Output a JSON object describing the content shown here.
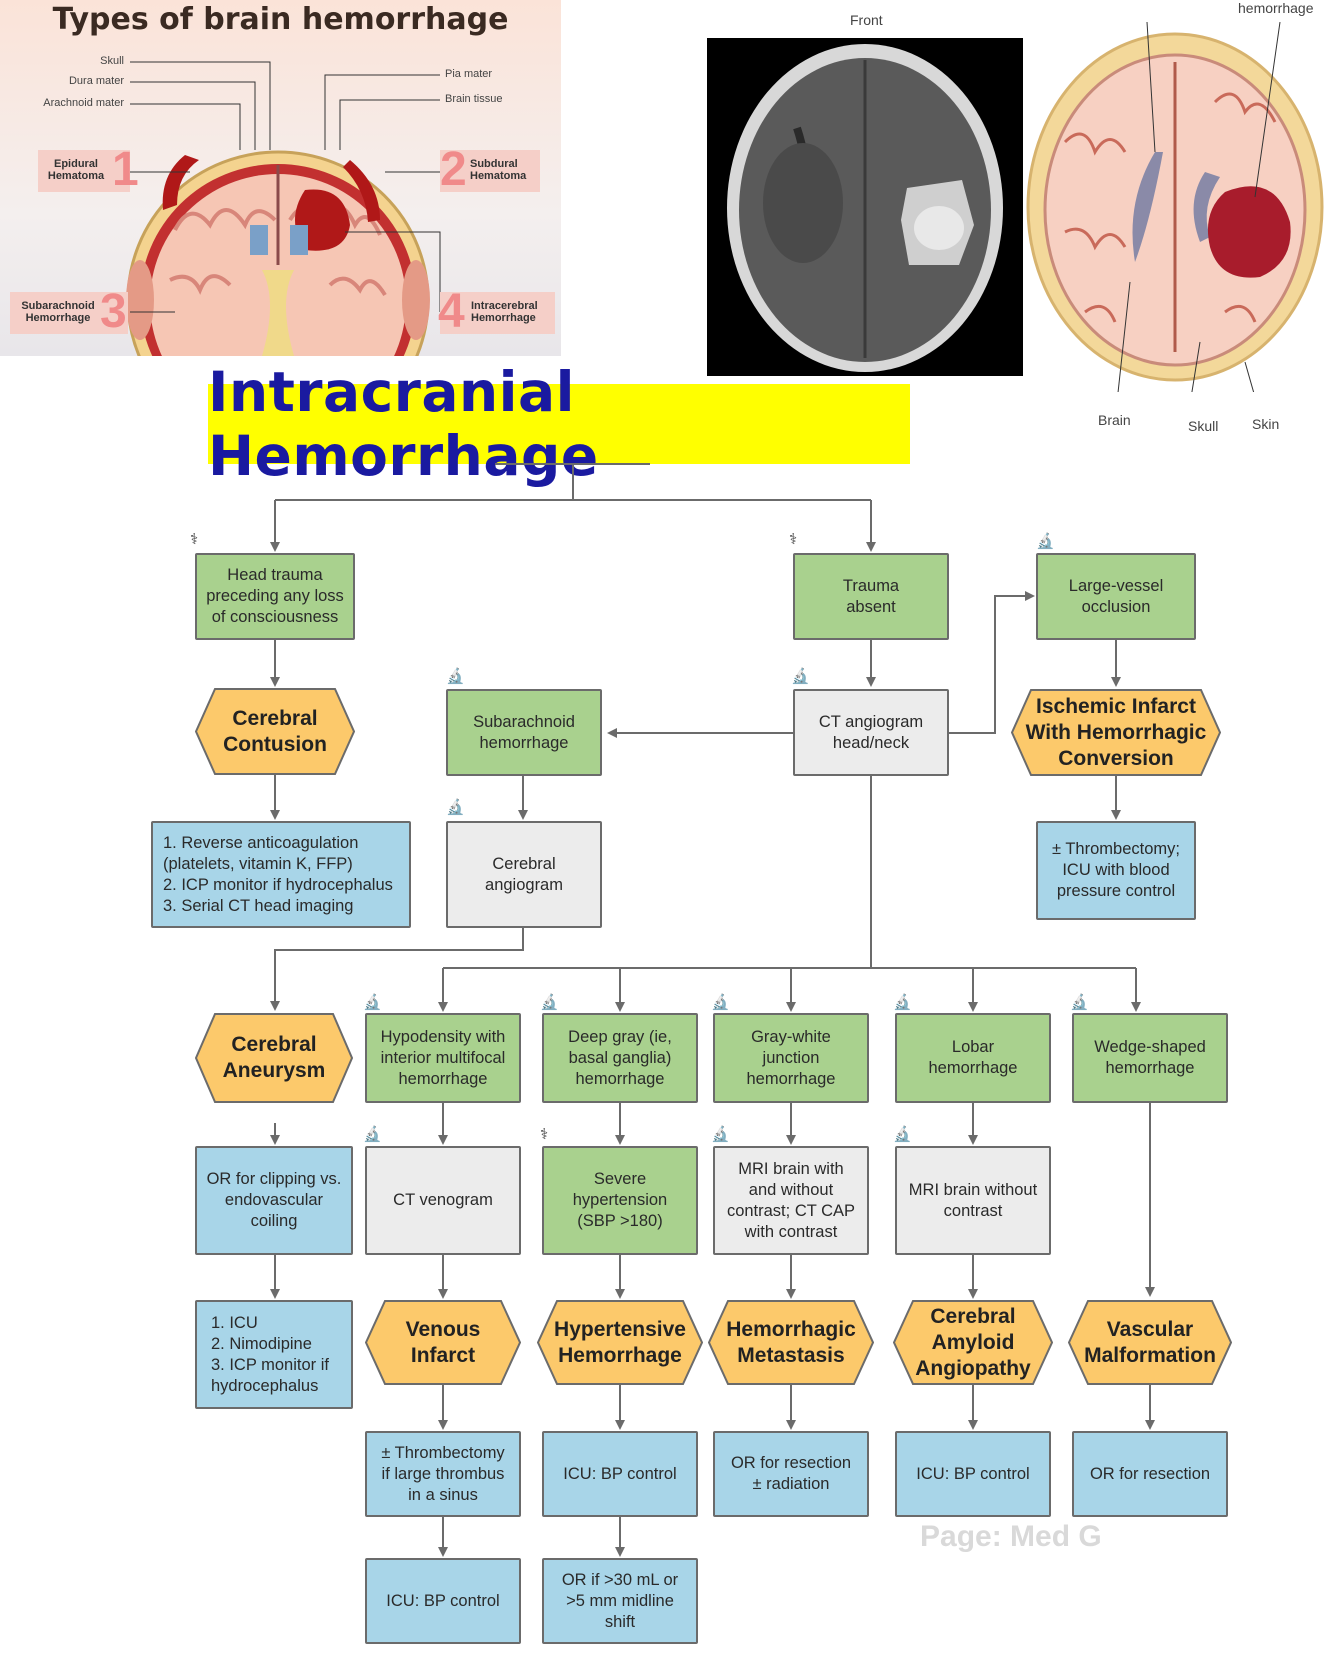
{
  "types_panel": {
    "title": "Types of brain hemorrhage",
    "labels": {
      "skull": "Skull",
      "dura": "Dura mater",
      "arachnoid": "Arachnoid mater",
      "pia": "Pia mater",
      "brain_tissue": "Brain tissue"
    },
    "types": [
      {
        "num": "1",
        "name": "Epidural\nHematoma"
      },
      {
        "num": "2",
        "name": "Subdural\nHematoma"
      },
      {
        "num": "3",
        "name": "Subarachnoid\nHemorrhage"
      },
      {
        "num": "4",
        "name": "Intracerebral\nHemorrhage"
      }
    ]
  },
  "ct_panel": {
    "label_front": "Front"
  },
  "axial_panel": {
    "label_hemorrhage": "hemorrhage",
    "label_brain": "Brain",
    "label_skull": "Skull",
    "label_skin": "Skin"
  },
  "main_title": "Intracranial Hemorrhage",
  "watermark": "Page: Med G",
  "icons": {
    "stethoscope": "stethoscope-icon",
    "microscope": "microscope-icon"
  },
  "colors": {
    "condition_box": "#a9d18e",
    "test_box": "#ececec",
    "treatment_box": "#a8d5e8",
    "diagnosis_hex": "#fcc96b",
    "title_highlight": "#ffff00",
    "title_text": "#1a1aa0"
  },
  "flow": {
    "head_trauma": "Head trauma\npreceding any loss\nof consciousness",
    "trauma_absent": "Trauma\nabsent",
    "large_vessel": "Large-vessel\nocclusion",
    "cerebral_contusion": "Cerebral\nContusion",
    "subarachnoid": "Subarachnoid\nhemorrhage",
    "ct_angiogram": "CT angiogram\nhead/neck",
    "ischemic_infarct": "Ischemic Infarct\nWith Hemorrhagic\nConversion",
    "contusion_tx": "1. Reverse anticoagulation\n    (platelets, vitamin K, FFP)\n2. ICP monitor if hydrocephalus\n3. Serial CT head imaging",
    "cerebral_angiogram": "Cerebral\nangiogram",
    "thrombectomy_icu": "± Thrombectomy;\nICU with blood\npressure control",
    "cerebral_aneurysm": "Cerebral\nAneurysm",
    "hypodensity": "Hypodensity with\ninterior multifocal\nhemorrhage",
    "deep_gray": "Deep gray (ie,\nbasal ganglia)\nhemorrhage",
    "gray_white": "Gray-white\njunction\nhemorrhage",
    "lobar": "Lobar\nhemorrhage",
    "wedge": "Wedge-shaped\nhemorrhage",
    "or_clipping": "OR for clipping vs.\nendovascular\ncoiling",
    "ct_venogram": "CT venogram",
    "severe_htn": "Severe\nhypertension\n(SBP >180)",
    "mri_with": "MRI brain with\nand without\ncontrast; CT CAP\nwith contrast",
    "mri_without": "MRI brain without\ncontrast",
    "aneurysm_tx": "1. ICU\n2. Nimodipine\n3. ICP monitor if\n    hydrocephalus",
    "venous_infarct": "Venous\nInfarct",
    "hypertensive": "Hypertensive\nHemorrhage",
    "metastasis": "Hemorrhagic\nMetastasis",
    "amyloid": "Cerebral\nAmyloid\nAngiopathy",
    "vascular": "Vascular\nMalformation",
    "venous_thrombectomy": "± Thrombectomy\nif large thrombus\nin a sinus",
    "icu_bp_1": "ICU: BP control",
    "or_resection_rad": "OR for resection\n± radiation",
    "icu_bp_2": "ICU: BP control",
    "or_resection": "OR for resection",
    "icu_bp_venous": "ICU: BP control",
    "or_30ml": "OR if >30 mL or\n>5 mm midline\nshift"
  }
}
